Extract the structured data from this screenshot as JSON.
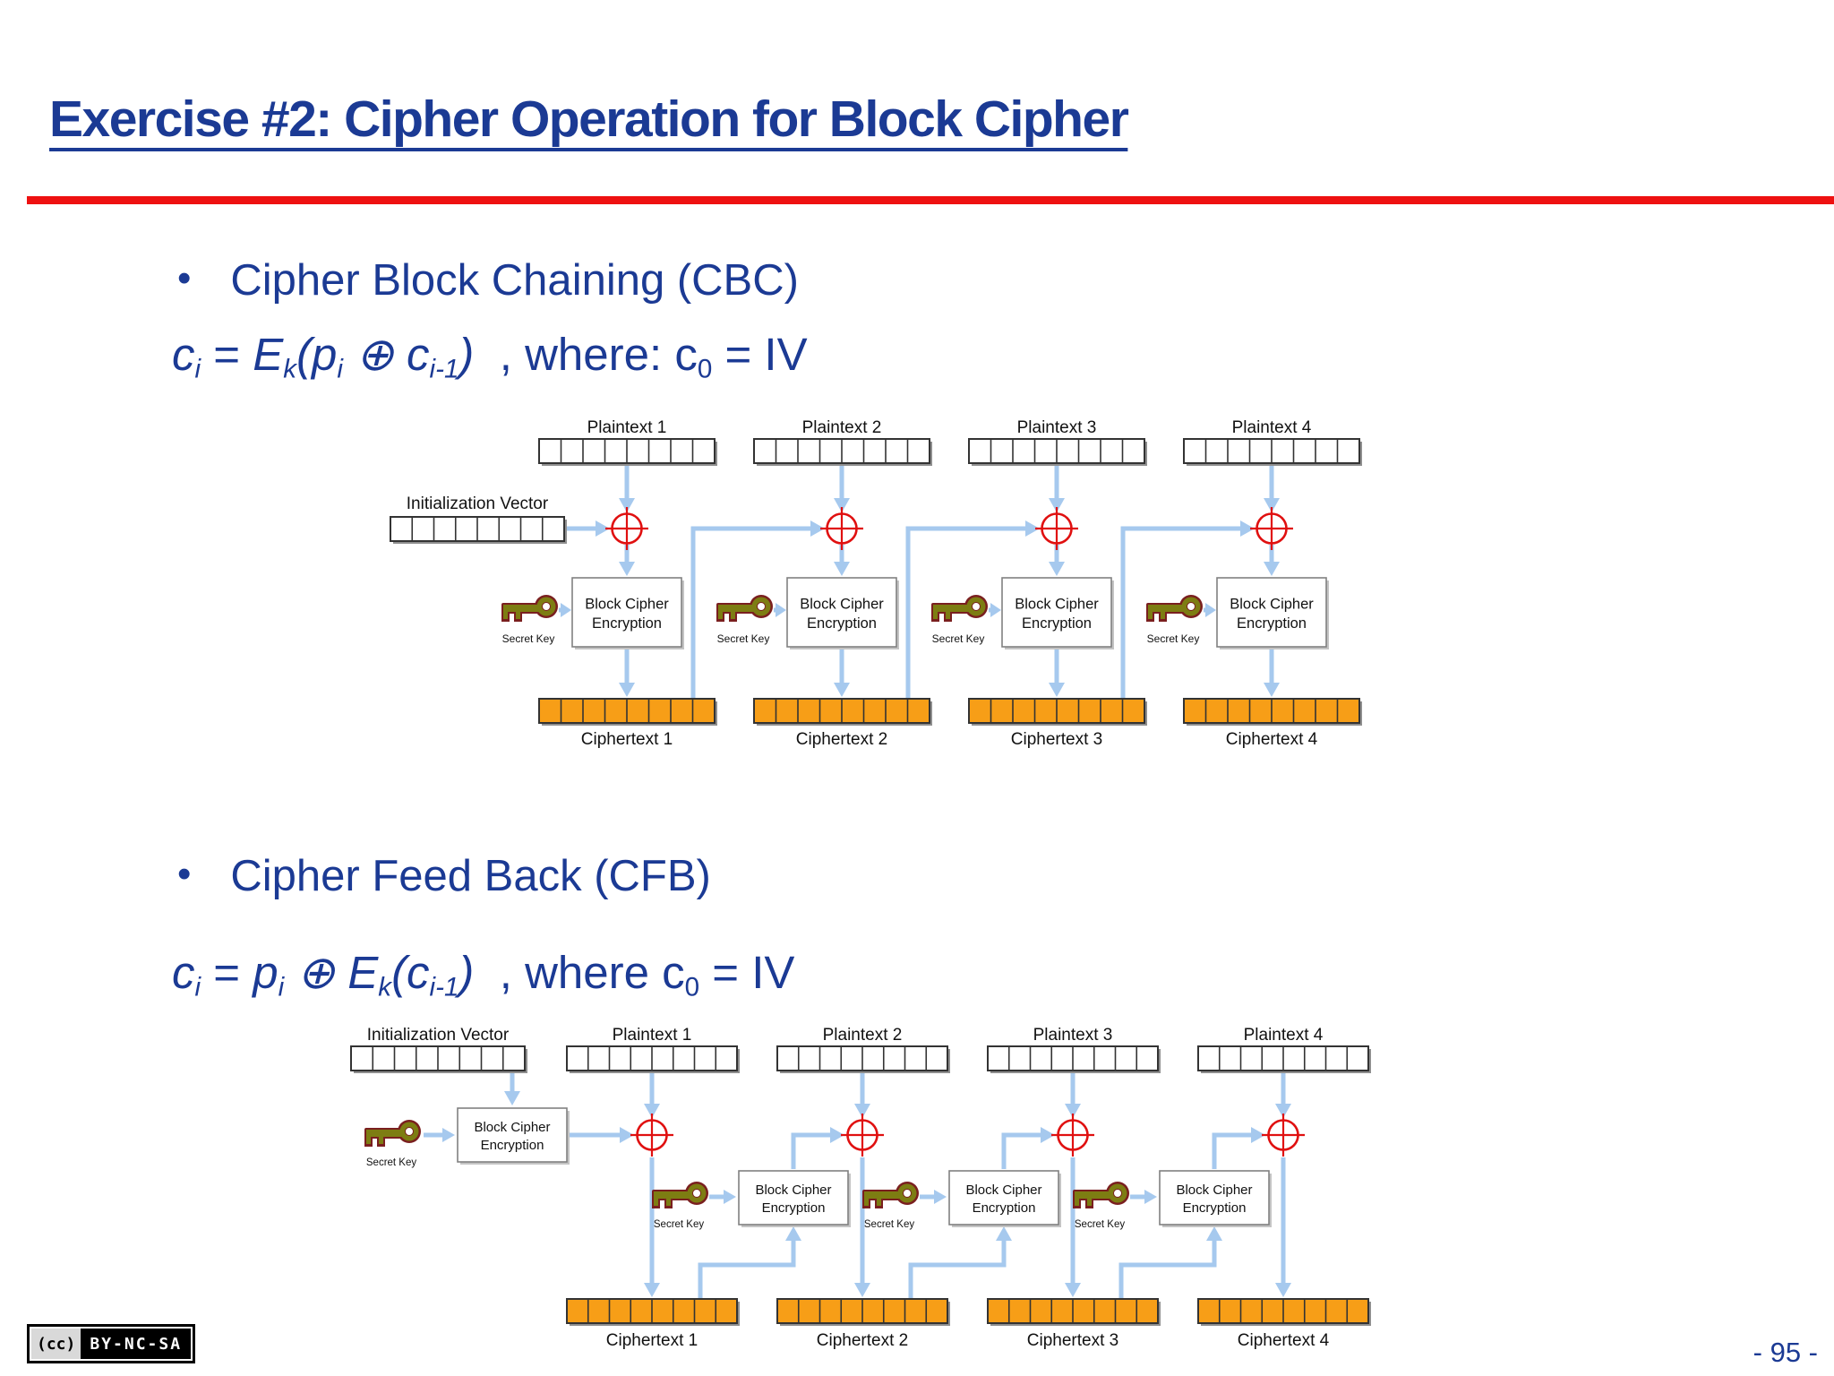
{
  "title": "Exercise #2: Cipher Operation for Block Cipher",
  "sections": [
    {
      "bullet": "Cipher Block Chaining (CBC)",
      "formula": [
        {
          "t": "c",
          "s": "it"
        },
        {
          "t": "i",
          "s": "it sub"
        },
        {
          "t": " = ",
          "s": ""
        },
        {
          "t": "E",
          "s": "it"
        },
        {
          "t": "k",
          "s": "it sub"
        },
        {
          "t": "(p",
          "s": "it"
        },
        {
          "t": "i",
          "s": "it sub"
        },
        {
          "t": " ⊕ ",
          "s": "it"
        },
        {
          "t": "c",
          "s": "it"
        },
        {
          "t": "i-1",
          "s": "it sub"
        },
        {
          "t": ")",
          "s": "it"
        },
        {
          "t": "  , where: c",
          "s": ""
        },
        {
          "t": "0",
          "s": "sub"
        },
        {
          "t": " = IV",
          "s": ""
        }
      ]
    },
    {
      "bullet": "Cipher Feed Back (CFB)",
      "formula": [
        {
          "t": "c",
          "s": "it"
        },
        {
          "t": "i",
          "s": "it sub"
        },
        {
          "t": " = ",
          "s": ""
        },
        {
          "t": "p",
          "s": "it"
        },
        {
          "t": "i",
          "s": "it sub"
        },
        {
          "t": " ⊕ ",
          "s": "it"
        },
        {
          "t": "E",
          "s": "it"
        },
        {
          "t": "k",
          "s": "it sub"
        },
        {
          "t": "(c",
          "s": "it"
        },
        {
          "t": "i-1",
          "s": "it sub"
        },
        {
          "t": ")",
          "s": "it"
        },
        {
          "t": "  , where c",
          "s": ""
        },
        {
          "t": "0",
          "s": "sub"
        },
        {
          "t": " = IV",
          "s": ""
        }
      ]
    }
  ],
  "diagrams": {
    "cbc": {
      "iv_label": "Initialization Vector",
      "plaintexts": [
        "Plaintext 1",
        "Plaintext 2",
        "Plaintext 3",
        "Plaintext 4"
      ],
      "ciphertexts": [
        "Ciphertext 1",
        "Ciphertext 2",
        "Ciphertext 3",
        "Ciphertext 4"
      ],
      "box_lines": [
        "Block Cipher",
        "Encryption"
      ],
      "key_label": "Secret Key",
      "cells_per_register": 8
    },
    "cfb": {
      "iv_label": "Initialization Vector",
      "plaintexts": [
        "Plaintext 1",
        "Plaintext 2",
        "Plaintext 3",
        "Plaintext 4"
      ],
      "ciphertexts": [
        "Ciphertext 1",
        "Ciphertext 2",
        "Ciphertext 3",
        "Ciphertext 4"
      ],
      "box_lines": [
        "Block Cipher",
        "Encryption"
      ],
      "key_label": "Secret Key",
      "cells_per_register": 8
    }
  },
  "footer": {
    "cc_icon": "(cc)",
    "license": "BY-NC-SA",
    "page": "- 95 -"
  },
  "colors": {
    "accent_blue": "#1b3a94",
    "rule_red": "#ee1111",
    "arrow_blue": "#a6c9ee",
    "xor_red": "#e01010",
    "cipher_orange": "#f79e17",
    "key_olive": "#7d7d12",
    "key_maroon": "#7a1f1f",
    "register_white": "#ffffff"
  }
}
